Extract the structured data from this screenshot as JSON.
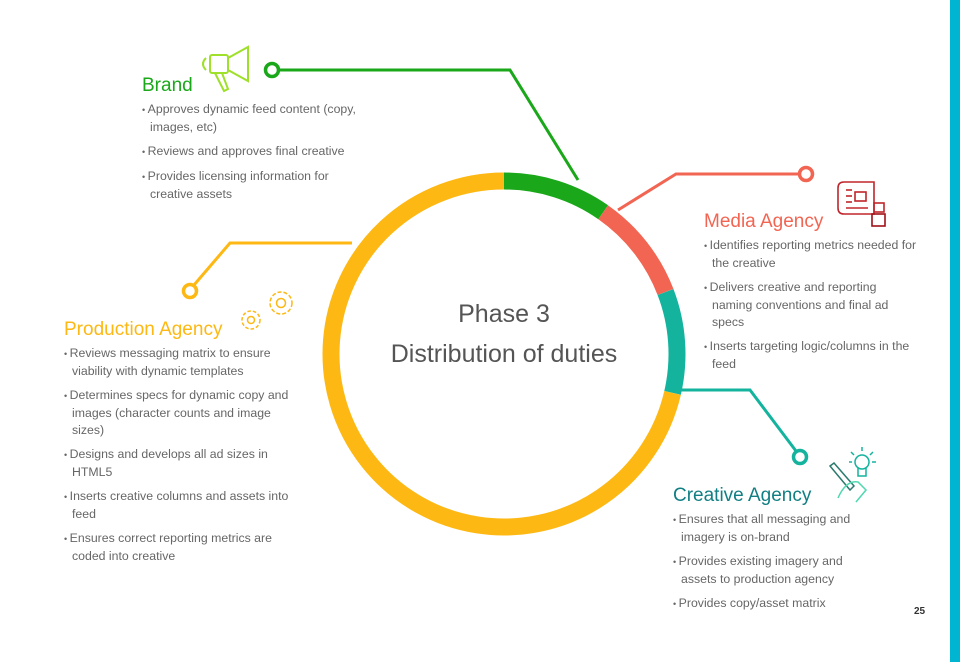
{
  "center": {
    "line1": "Phase 3",
    "line2": "Distribution of duties"
  },
  "page_number": "25",
  "colors": {
    "brand": "#1aa81a",
    "media": "#f26552",
    "creative": "#14b39e",
    "production": "#fdb813",
    "accent_bar": "#00b5d1"
  },
  "sections": {
    "brand": {
      "title": "Brand",
      "icon": "megaphone-icon",
      "items": [
        "Approves dynamic feed content (copy, images, etc)",
        "Reviews and approves final creative",
        "Provides licensing information for creative assets"
      ]
    },
    "media": {
      "title": "Media Agency",
      "icon": "newspaper-icon",
      "items": [
        "Identifies reporting metrics needed for the creative",
        "Delivers creative and reporting naming conventions and final ad specs",
        "Inserts targeting logic/columns in the feed"
      ]
    },
    "production": {
      "title": "Production Agency",
      "icon": "gears-icon",
      "items": [
        "Reviews messaging matrix to ensure viability with dynamic templates",
        "Determines specs for dynamic copy and images (character counts and image sizes)",
        "Designs and develops all ad sizes in HTML5",
        "Inserts creative columns and assets into feed",
        "Ensures correct reporting metrics are coded into creative"
      ]
    },
    "creative": {
      "title": "Creative Agency",
      "icon": "lightbulb-pencil-icon",
      "items": [
        "Ensures that all messaging and imagery is on-brand",
        "Provides existing imagery and assets to production agency",
        "Provides copy/asset matrix"
      ]
    }
  }
}
